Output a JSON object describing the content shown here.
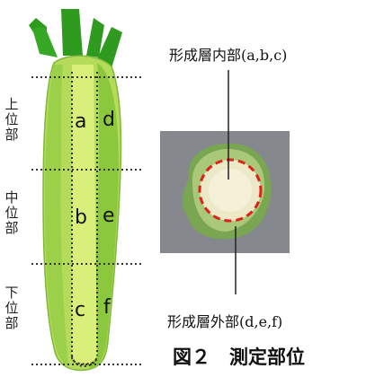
{
  "segments": [
    {
      "label": "上位部",
      "inner": "a",
      "outer": "d"
    },
    {
      "label": "中位部",
      "inner": "b",
      "outer": "e"
    },
    {
      "label": "下位部",
      "inner": "c",
      "outer": "f"
    }
  ],
  "inner_label": "形成層内部(a,b,c)",
  "outer_label": "形成層外部(d,e,f)",
  "caption": "図２　測定部位",
  "colors": {
    "leaf_dark": "#2e9a1e",
    "stem_light": "#b4dc5a",
    "stem_mid": "#8cc83c",
    "stem_bright": "#d8f07a",
    "cambium_ring": "#e0201a",
    "dotted": "#333333"
  }
}
